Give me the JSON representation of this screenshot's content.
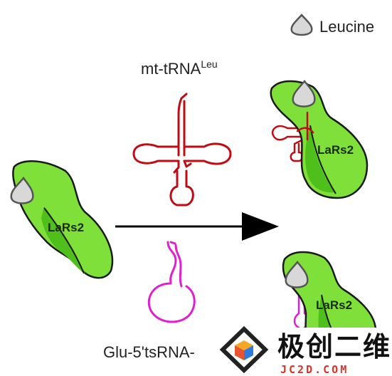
{
  "legend": {
    "leucine_label": "Leucine"
  },
  "trna": {
    "name": "mt-tRNA",
    "superscript": "Leu"
  },
  "tsrna": {
    "name": "Glu-5'tsRNA-"
  },
  "enzyme": {
    "label": "LaRs2"
  },
  "watermark": {
    "brand": "极创二维",
    "url": "JC2D.COM"
  },
  "colors": {
    "enzyme_fill": "#7fe03a",
    "enzyme_shade": "#4fbf1c",
    "trna": "#c00a14",
    "tsrna": "#e020d0",
    "leucine": "#d8d8d8",
    "arrow": "#000000"
  }
}
